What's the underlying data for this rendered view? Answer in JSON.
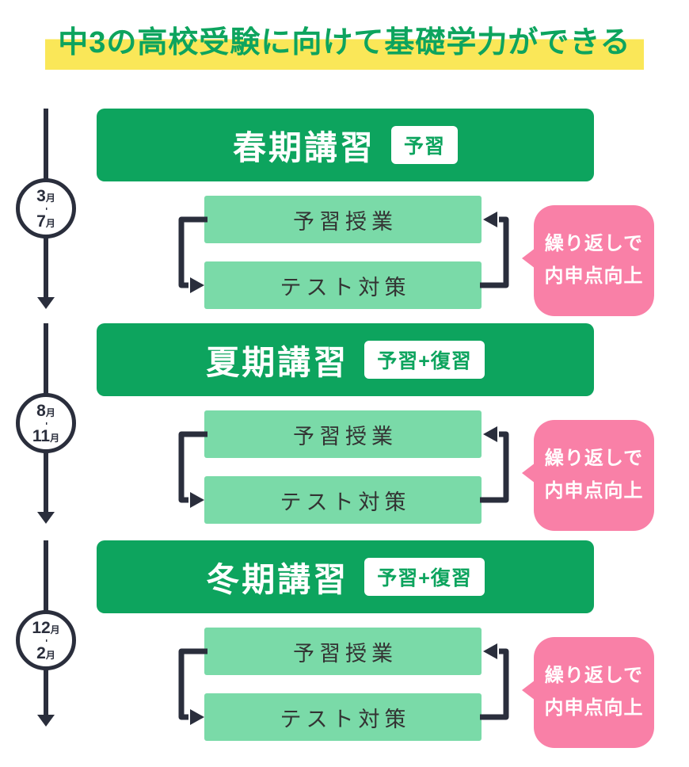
{
  "title": "中3の高校受験に向けて基礎学力ができる",
  "colors": {
    "green": "#0DA45E",
    "mint": "#7ADAA8",
    "pink": "#F980A7",
    "navy": "#2A2E3C",
    "yellow": "#FAE758"
  },
  "sections": [
    {
      "name": "spring",
      "header": {
        "title": "春期講習",
        "badge": "予習"
      },
      "period": {
        "start_num": "3",
        "start_unit": "月",
        "dash": "-",
        "end_num": "7",
        "end_unit": "月"
      },
      "boxes": {
        "top": "予習授業",
        "bottom": "テスト対策"
      },
      "bubble": {
        "line1": "繰り返しで",
        "line2": "内申点向上"
      }
    },
    {
      "name": "summer",
      "header": {
        "title": "夏期講習",
        "badge": "予習+復習"
      },
      "period": {
        "start_num": "8",
        "start_unit": "月",
        "dash": "-",
        "end_num": "11",
        "end_unit": "月"
      },
      "boxes": {
        "top": "予習授業",
        "bottom": "テスト対策"
      },
      "bubble": {
        "line1": "繰り返しで",
        "line2": "内申点向上"
      }
    },
    {
      "name": "winter",
      "header": {
        "title": "冬期講習",
        "badge": "予習+復習"
      },
      "period": {
        "start_num": "12",
        "start_unit": "月",
        "dash": "-",
        "end_num": "2",
        "end_unit": "月"
      },
      "boxes": {
        "top": "予習授業",
        "bottom": "テスト対策"
      },
      "bubble": {
        "line1": "繰り返しで",
        "line2": "内申点向上"
      }
    }
  ]
}
